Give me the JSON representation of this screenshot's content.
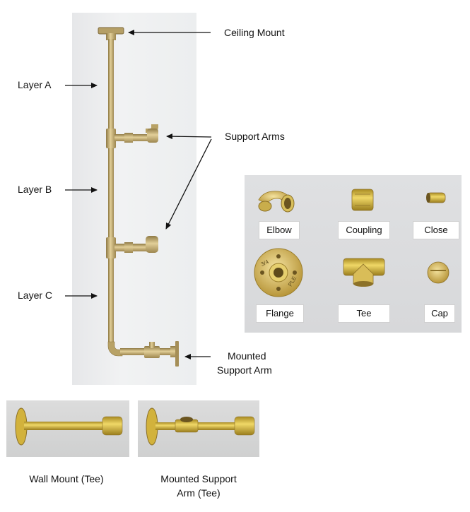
{
  "callouts": {
    "ceiling_mount": "Ceiling Mount",
    "layer_a": "Layer A",
    "support_arms": "Support Arms",
    "layer_b": "Layer B",
    "layer_c": "Layer C",
    "mounted_support_arm_line1": "Mounted",
    "mounted_support_arm_line2": "Support Arm"
  },
  "parts": {
    "elbow": "Elbow",
    "coupling": "Coupling",
    "close": "Close",
    "flange": "Flange",
    "tee": "Tee",
    "cap": "Cap"
  },
  "flange_marks": {
    "left": "3/4",
    "right": "PLE"
  },
  "bottom_captions": {
    "wall_mount": "Wall Mount (Tee)",
    "mounted_support_line1": "Mounted Support",
    "mounted_support_line2": "Arm (Tee)"
  },
  "colors": {
    "brass": "#c9b27a",
    "brass_dark": "#8f7a45",
    "brass_light": "#e9dcae",
    "gold": "#d4b53c"
  }
}
